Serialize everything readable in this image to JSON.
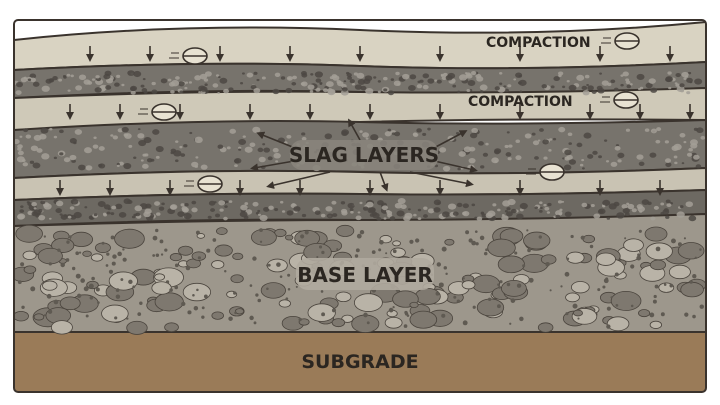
{
  "labels": {
    "compaction_top": "COMPACTION",
    "compaction_mid": "COMPACTION",
    "slag_layers": "SLAG LAYERS",
    "base_layer": "BASE LAYER",
    "subgrade": "SUBGRADE"
  },
  "colors": {
    "background": "#ffffff",
    "outline": "#3a332d",
    "compaction_band": "#d9d3c2",
    "light_band": "#c9c3b3",
    "slag_band": "#77736c",
    "slag_dark": "#4c4843",
    "base_layer": "#9d978c",
    "rock": "#7e786f",
    "subgrade": "#9a7b58"
  },
  "icons": [
    "compactor-roller-icon",
    "down-arrow-icon",
    "up-arrow-icon"
  ]
}
